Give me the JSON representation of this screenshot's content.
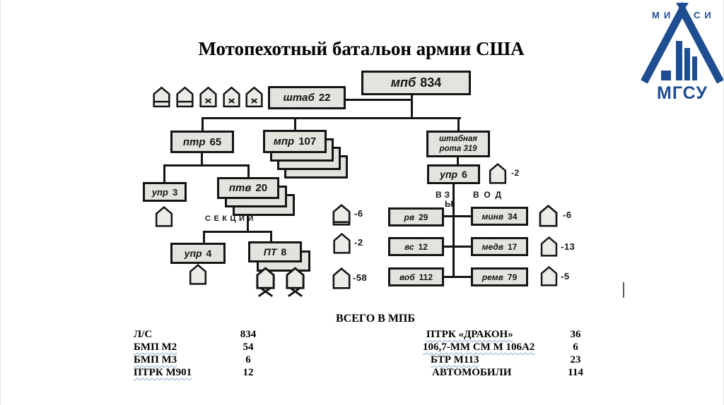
{
  "title": "Мотопехотный батальон армии США",
  "colors": {
    "logo_blue": "#1e4d92",
    "box_fill": "#eae9e5",
    "line": "#141414",
    "squiggle": "#8aa4da"
  },
  "icons": {
    "unit_plain": "pentagon-outline",
    "unit_hq_band": "pentagon-with-band",
    "unit_x": "pentagon-with-x-mark",
    "unit_tripod": "pentagon-with-tripod-legs"
  },
  "logo": {
    "misi_left": "МИ",
    "misi_right": "СИ",
    "name": "МГСУ"
  },
  "boxes": {
    "mpb": {
      "name": "мпб",
      "num": "834"
    },
    "shtab": {
      "name": "штаб",
      "num": "22"
    },
    "ptr": {
      "name": "птр",
      "num": "65"
    },
    "mpr": {
      "name": "мпр",
      "num": "107"
    },
    "shtab_rota": {
      "line1": "штабная",
      "line2": "рота 319"
    },
    "upr6": {
      "name": "упр",
      "num": "6"
    },
    "upr3": {
      "name": "упр",
      "num": "3"
    },
    "ptv": {
      "name": "птв",
      "num": "20"
    },
    "upr4": {
      "name": "упр",
      "num": "4"
    },
    "pt8": {
      "name": "ПТ",
      "num": "8"
    },
    "rv": {
      "name": "рв",
      "num": "29"
    },
    "vs": {
      "name": "вс",
      "num": "12"
    },
    "vob": {
      "name": "воб",
      "num": "112"
    },
    "minv": {
      "name": "минв",
      "num": "34"
    },
    "medv": {
      "name": "медв",
      "num": "17"
    },
    "remv": {
      "name": "ремв",
      "num": "79"
    }
  },
  "labels": {
    "sekcii": "СЕКЦИИ",
    "vzvody_top": "ВЗ",
    "vzvody_bottom": "Ы",
    "vzvody_right": "ВОД"
  },
  "counts": {
    "upr6_side": "-2",
    "mid_1": "-6",
    "mid_2": "-2",
    "mid_3": "-58",
    "right_1": "-6",
    "right_2": "-13",
    "right_3": "-5"
  },
  "summary": {
    "title": "ВСЕГО В МПБ",
    "left": [
      {
        "label": "Л/С",
        "value": "834",
        "wavy": false
      },
      {
        "label": "БМП  М2",
        "value": "54",
        "wavy": true
      },
      {
        "label": "БМП  М3",
        "value": "6",
        "wavy": true
      },
      {
        "label": "ПТРК  М901",
        "value": "12",
        "wavy": true
      }
    ],
    "right": [
      {
        "label": "ПТРК  «ДРАКОН»",
        "value": "36",
        "wavy": true
      },
      {
        "label": "106,7-ММ  СМ  М 106А2",
        "value": "6",
        "wavy": true
      },
      {
        "label": "БТР  М113",
        "value": "23",
        "wavy": true
      },
      {
        "label": "АВТОМОБИЛИ",
        "value": "114",
        "wavy": false
      }
    ]
  }
}
